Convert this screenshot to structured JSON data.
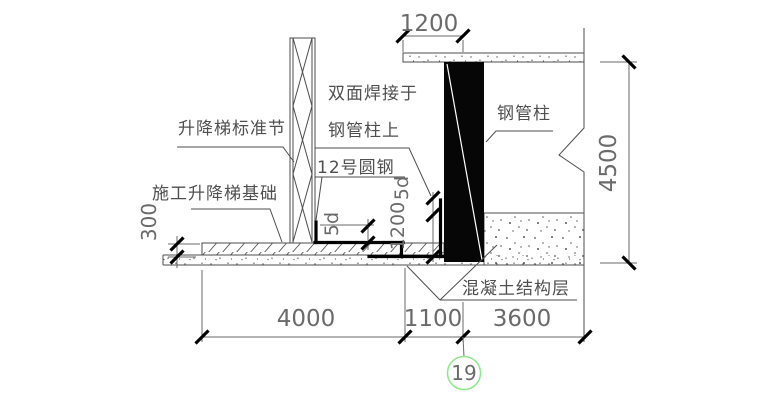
{
  "labels": {
    "hoist_standard_section": "升降梯标准节",
    "hoist_foundation": "施工升降梯基础",
    "weld_note_line1": "双面焊接于",
    "weld_note_line2": "钢管柱上",
    "round_steel_bar": "12号圆钢",
    "steel_pipe_column": "钢管柱",
    "concrete_structure_layer": "混凝土结构层"
  },
  "dimensions": {
    "top_offset": "1200",
    "story_height": "4500",
    "foundation_thickness": "300",
    "span_left": "4000",
    "span_middle": "1100",
    "span_right": "3600",
    "hook_left": "5d",
    "hook_right": "5d",
    "anchor_length": "1200"
  },
  "detail_marker": {
    "number": "19"
  },
  "colors": {
    "structure_line": "#4d4d4d",
    "dimension_line": "#6a6a6a",
    "solid_fill": "#000000",
    "marker_circle": "#8de78d"
  }
}
